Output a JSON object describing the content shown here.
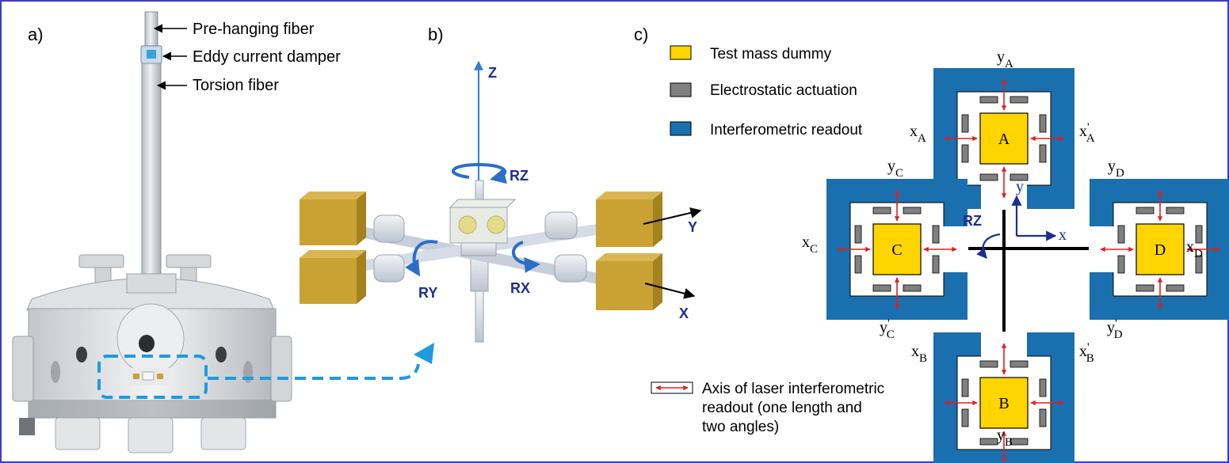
{
  "panel_a": {
    "label": "a)",
    "callouts": [
      {
        "text": "Pre-hanging fiber"
      },
      {
        "text": "Eddy current damper"
      },
      {
        "text": "Torsion fiber"
      }
    ]
  },
  "panel_b": {
    "label": "b)",
    "axes": {
      "z": "Z",
      "y": "Y",
      "x": "X"
    },
    "rotations": {
      "rz": "RZ",
      "ry": "RY",
      "rx": "RX"
    }
  },
  "panel_c": {
    "label": "c)",
    "legend": [
      {
        "text": "Test mass dummy",
        "color": "#FFD500"
      },
      {
        "text": "Electrostatic actuation",
        "color": "#808080"
      },
      {
        "text": "Interferometric readout",
        "color": "#1A6FAE"
      }
    ],
    "masses": {
      "a": "A",
      "b": "B",
      "c": "C",
      "d": "D"
    },
    "coord_axes": {
      "x": "x",
      "y": "y",
      "rz": "RZ"
    },
    "sensor_labels": {
      "yA": {
        "main": "y",
        "sub": "A"
      },
      "xA": {
        "main": "x",
        "sub": "A"
      },
      "xA2": {
        "main": "x",
        "sub": "A",
        "prime": "'"
      },
      "yC": {
        "main": "y",
        "sub": "C"
      },
      "yD": {
        "main": "y",
        "sub": "D"
      },
      "xC": {
        "main": "x",
        "sub": "C"
      },
      "xD": {
        "main": "x",
        "sub": "D"
      },
      "yC2": {
        "main": "y",
        "sub": "C",
        "prime": "'"
      },
      "yD2": {
        "main": "y",
        "sub": "D",
        "prime": "'"
      },
      "xB": {
        "main": "x",
        "sub": "B"
      },
      "xB2": {
        "main": "x",
        "sub": "B",
        "prime": "'"
      },
      "yB": {
        "main": "y",
        "sub": "B"
      }
    },
    "laser_note": [
      "Axis of laser interferometric",
      "readout (one length and",
      "two angles)"
    ]
  },
  "colors": {
    "frame": "#3B3BC8",
    "blue_axis": "#2F7FD0",
    "navy_label": "#1F2F8F",
    "gold": "#C9A233",
    "readout_blue": "#1A6FAE",
    "mass_yellow": "#FFD500",
    "laser_red": "#E02020",
    "dashed_blue": "#1E9BE0"
  }
}
